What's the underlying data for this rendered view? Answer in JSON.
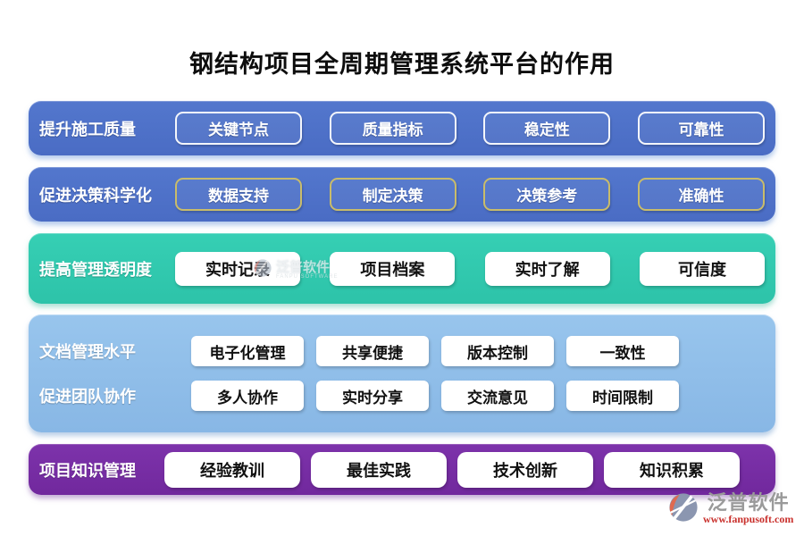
{
  "title": "钢结构项目全周期管理系统平台的作用",
  "rows": [
    {
      "label": "提升施工质量",
      "buttons": [
        "关键节点",
        "质量指标",
        "稳定性",
        "可靠性"
      ]
    },
    {
      "label": "促进决策科学化",
      "buttons": [
        "数据支持",
        "制定决策",
        "决策参考",
        "准确性"
      ]
    },
    {
      "label": "提高管理透明度",
      "buttons": [
        "实时记录",
        "项目档案",
        "实时了解",
        "可信度"
      ]
    },
    {
      "label": "文档管理水平",
      "buttons": [
        "电子化管理",
        "共享便捷",
        "版本控制",
        "一致性"
      ]
    },
    {
      "label": "促进团队协作",
      "buttons": [
        "多人协作",
        "实时分享",
        "交流意见",
        "时间限制"
      ]
    },
    {
      "label": "项目知识管理",
      "buttons": [
        "经验教训",
        "最佳实践",
        "技术创新",
        "知识积累"
      ]
    }
  ],
  "watermark_center": {
    "brand": "泛普软件",
    "brand_en": "FANPU SOFTWARE"
  },
  "watermark_footer": {
    "brand": "泛普软件",
    "url": "www.fanpusoft.com"
  },
  "colors": {
    "band_blue": "#4b6fc7",
    "band_teal": "#30c9ae",
    "band_light": "#8fbde9",
    "band_purple": "#7a2ea6",
    "gold_border": "#c9bc6a",
    "url_red": "#c9302c"
  }
}
